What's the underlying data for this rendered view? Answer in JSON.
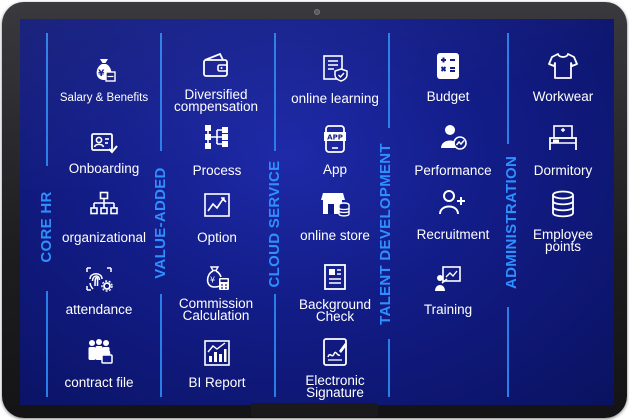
{
  "categories": {
    "core_hr": "CORE HR",
    "value_added": "VALUE-ADDED",
    "cloud_service": "CLOUD SERVICE",
    "talent_development": "TALENT DEVELOPMENT",
    "administration": "ADMINISTRATION"
  },
  "core_hr": {
    "salary": "Salary & Benefits",
    "onboarding": "Onboarding",
    "organizational": "organizational",
    "attendance": "attendance",
    "contract_file": "contract file"
  },
  "value_added": {
    "diversified_1": "Diversified",
    "diversified_2": "compensation",
    "process": "Process",
    "option": "Option",
    "commission_1": "Commission",
    "commission_2": "Calculation",
    "bi_report": "BI Report"
  },
  "cloud_service": {
    "online_learning": "online learning",
    "app": "App",
    "online_store": "online store",
    "background_1": "Background",
    "background_2": "Check",
    "esign_1": "Electronic",
    "esign_2": "Signature"
  },
  "talent_development": {
    "budget": "Budget",
    "performance": "Performance",
    "recruitment": "Recruitment",
    "training": "Training"
  },
  "administration": {
    "workwear": "Workwear",
    "dormitory": "Dormitory",
    "employee_1": "Employee",
    "employee_2": "points"
  },
  "icons": {
    "app_badge": "APP",
    "currency": "¥"
  },
  "colors": {
    "accent": "#2f8fff",
    "screen": "#121c86"
  }
}
